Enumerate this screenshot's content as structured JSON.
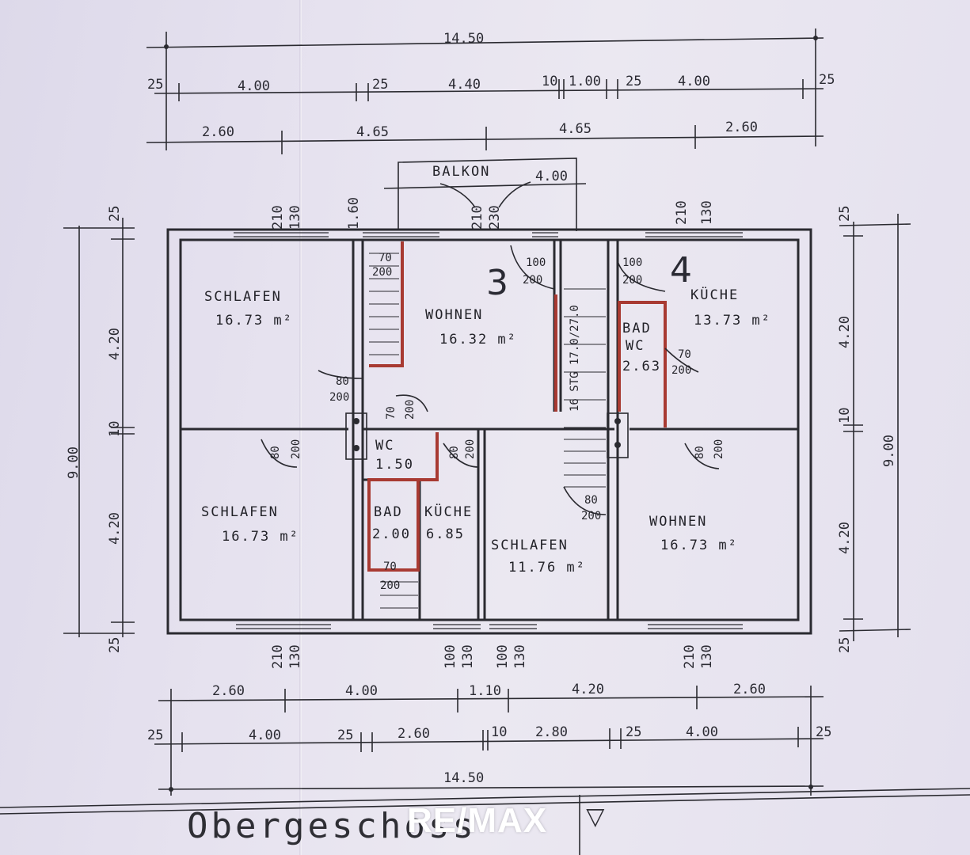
{
  "top_dims": {
    "overall": "14.50",
    "row2": [
      "25",
      "4.00",
      "25",
      "4.40",
      "10",
      "1.00",
      "25",
      "4.00",
      "25"
    ],
    "row3": [
      "2.60",
      "4.65",
      "4.65",
      "2.60"
    ],
    "balcony_width": "4.00"
  },
  "bottom_dims": {
    "overall": "14.50",
    "row1": [
      "2.60",
      "4.00",
      "1.10",
      "4.20",
      "2.60"
    ],
    "row2": [
      "25",
      "4.00",
      "25",
      "2.60",
      "10",
      "2.80",
      "25",
      "4.00",
      "25"
    ]
  },
  "left_dims": {
    "total": "9.00",
    "parts": [
      "25",
      "4.20",
      "10",
      "4.20",
      "25"
    ]
  },
  "right_dims": {
    "total": "9.00",
    "parts": [
      "25",
      "4.20",
      "10",
      "4.20",
      "25"
    ]
  },
  "window_labels": {
    "w210": "210",
    "w130": "130",
    "w160": "1.60",
    "w230": "230",
    "w100": "100"
  },
  "balcony": "BALKON",
  "units": [
    "3",
    "4"
  ],
  "rooms": {
    "schlafen_tl": {
      "name": "SCHLAFEN",
      "area": "16.73 m²"
    },
    "wohnen_3": {
      "name": "WOHNEN",
      "area": "16.32 m²"
    },
    "kueche_4": {
      "name": "KÜCHE",
      "area": "13.73 m²"
    },
    "bad_wc_4": {
      "name1": "BAD",
      "name2": "WC",
      "area": "2.63"
    },
    "schlafen_bl": {
      "name": "SCHLAFEN",
      "area": "16.73 m²"
    },
    "wc_3": {
      "name": "WC",
      "area": "1.50"
    },
    "bad_3": {
      "name": "BAD",
      "area": "2.00"
    },
    "kueche_3": {
      "name": "KÜCHE",
      "area": "6.85"
    },
    "schlafen_bm": {
      "name": "SCHLAFEN",
      "area": "11.76 m²"
    },
    "wohnen_4": {
      "name": "WOHNEN",
      "area": "16.73 m²"
    }
  },
  "doors": {
    "d70_200": [
      "70",
      "200"
    ],
    "d100_200": [
      "100",
      "200"
    ],
    "d80_200": [
      "80",
      "200"
    ]
  },
  "stairs": "16 STG 17.0/27.0",
  "title": "Obergeschoss",
  "logo": "RE/MAX"
}
